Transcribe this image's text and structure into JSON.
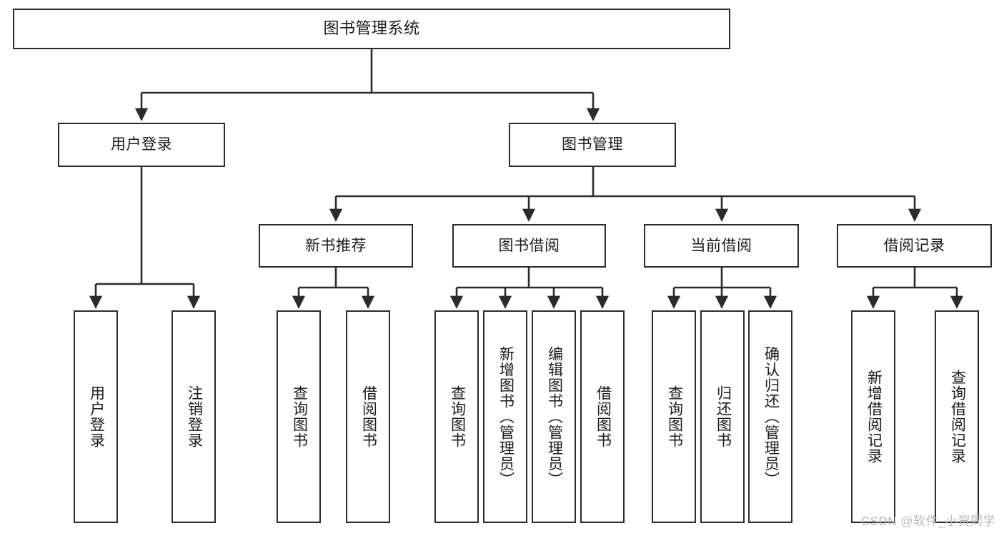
{
  "diagram": {
    "title": "图书管理系统",
    "type": "tree-hierarchy",
    "orientation": "top-down"
  },
  "root": {
    "label": "图书管理系统"
  },
  "level2": [
    {
      "label": "用户登录"
    },
    {
      "label": "图书管理"
    }
  ],
  "level3": [
    {
      "label": "新书推荐"
    },
    {
      "label": "图书借阅"
    },
    {
      "label": "当前借阅"
    },
    {
      "label": "借阅记录"
    }
  ],
  "leaves": {
    "user_login": [
      {
        "label": "用户登录"
      },
      {
        "label": "注销登录"
      }
    ],
    "new_book_recommend": [
      {
        "label": "查询图书"
      },
      {
        "label": "借阅图书"
      }
    ],
    "book_borrow": [
      {
        "label": "查询图书"
      },
      {
        "label": "新增图书（管理员）"
      },
      {
        "label": "编辑图书（管理员）"
      },
      {
        "label": "借阅图书"
      }
    ],
    "current_borrow": [
      {
        "label": "查询图书"
      },
      {
        "label": "归还图书"
      },
      {
        "label": "确认归还（管理员）"
      }
    ],
    "borrow_record": [
      {
        "label": "新增借阅记录"
      },
      {
        "label": "查询借阅记录"
      }
    ]
  },
  "watermark": {
    "text": "CSDN @软件_小贺同学"
  },
  "colors": {
    "border": "#2b2b2b",
    "text": "#1a1a1a",
    "background": "#ffffff",
    "watermark": "#b9b9b9"
  }
}
